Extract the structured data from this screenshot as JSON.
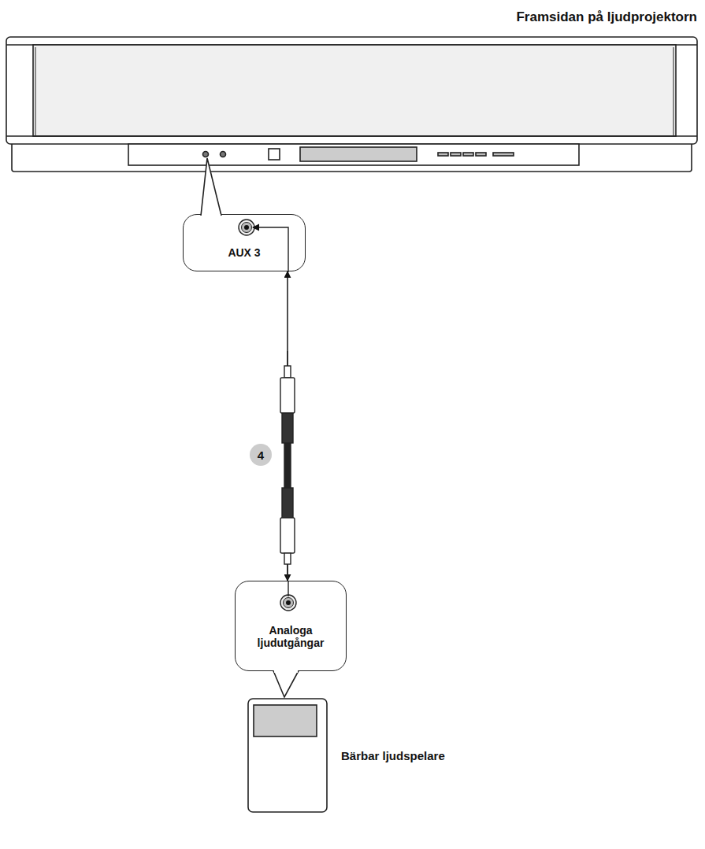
{
  "diagram": {
    "nodes": [
      {
        "text": [
          "AUX 3"
        ]
      },
      {
        "text": [
          "Analoga ljudutgångar"
        ]
      }
    ],
    "edges": [
      {
        "from": 1,
        "to": 0,
        "arrow": "both"
      }
    ],
    "labels": [
      "Framsidan på ljudprojektorn",
      "4",
      "Bärbar ljudspelare"
    ]
  }
}
